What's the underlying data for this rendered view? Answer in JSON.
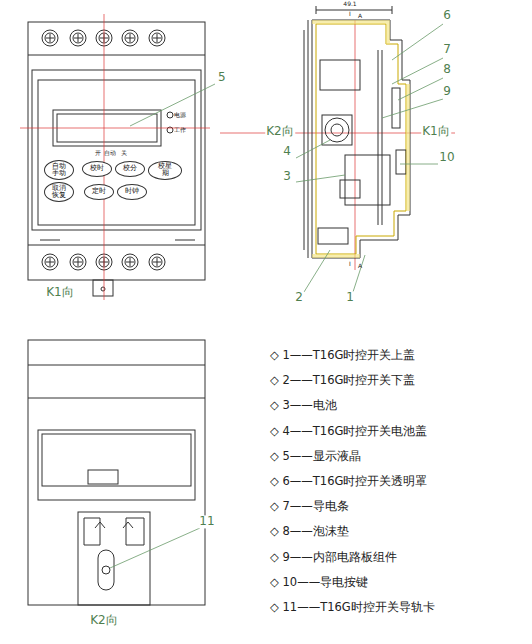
{
  "diagram": {
    "nodes": [
      {
        "text": [
          "自动 手动"
        ]
      },
      {
        "text": [
          "校时"
        ]
      },
      {
        "text": [
          "校分"
        ]
      },
      {
        "text": [
          "校星期"
        ]
      },
      {
        "text": [
          "取消 恢复"
        ]
      },
      {
        "text": [
          "定时"
        ]
      },
      {
        "text": [
          "时钟"
        ]
      }
    ],
    "labels": [
      "5",
      "开",
      "自动",
      "关",
      "电源",
      "工作",
      "K1向",
      "6",
      "7",
      "8",
      "9",
      "K2向",
      "K1向",
      "4",
      "3",
      "10",
      "2",
      "1",
      "49.1",
      "I",
      "A",
      "I",
      "A",
      "11",
      "K2向",
      "◇ 1——T16G时控开关上盖",
      "◇ 2——T16G时控开关下盖",
      "◇ 3——电池",
      "◇ 4——T16G时控开关电池盖",
      "◇ 5——显示液晶",
      "◇ 6——T16G时控开关透明罩",
      "◇ 7——导电条",
      "◇ 8——泡沫垫",
      "◇ 9——内部电路板组件",
      "◇ 10——导电按键",
      "◇ 11——T16G时控开关导轨卡"
    ]
  }
}
